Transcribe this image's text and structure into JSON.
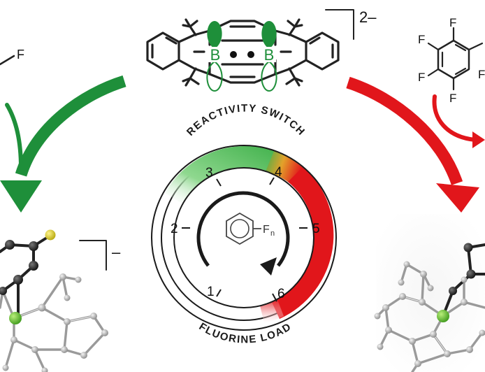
{
  "colors": {
    "green": "#1e8f3a",
    "red": "#e1161b",
    "dark": "#1a1a1a",
    "light_green": "#7fd07f",
    "orange": "#e07a1a"
  },
  "reagent_left": {
    "atom": "F"
  },
  "reagent_right": {
    "atoms": [
      "F",
      "F",
      "F",
      "F",
      "F"
    ]
  },
  "top_molecule": {
    "charge": "2–",
    "boron_left": "B",
    "boron_right": "B"
  },
  "left_product": {
    "charge": "–"
  },
  "reactivity_ring": {
    "title_top": "REACTIVITY SWITCH",
    "title_bottom": "FLUORINE LOAD",
    "center_label": "F",
    "center_subscript": "n",
    "ticks": [
      "1",
      "2",
      "3",
      "4",
      "5",
      "6"
    ]
  },
  "icons": [
    "green-arrow-icon",
    "red-arrow-icon",
    "cycle-arrow-icon",
    "benzene-icon"
  ]
}
